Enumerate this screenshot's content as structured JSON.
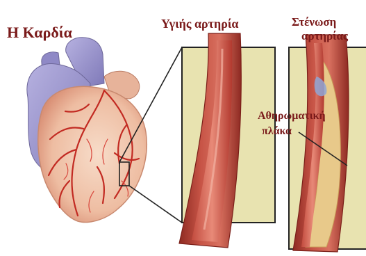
{
  "labels": {
    "heart": "Η Καρδία",
    "healthy_artery": "Υγιής αρτηρία",
    "narrowed_artery_line1": "Στένωση",
    "narrowed_artery_line2": "αρτηρίας",
    "plaque_line1": "Αθηρωματική",
    "plaque_line2": "πλάκα"
  },
  "colors": {
    "label_text": "#7a1a1a",
    "panel_fill": "#e8e3b0",
    "panel_border": "#222222",
    "artery_wall": "#b8473c",
    "artery_inner": "#d96a5c",
    "plaque": "#e8c98a",
    "heart_body": "#f0c2a8",
    "heart_veins": "#c22a22",
    "heart_back": "#9c97cc"
  }
}
